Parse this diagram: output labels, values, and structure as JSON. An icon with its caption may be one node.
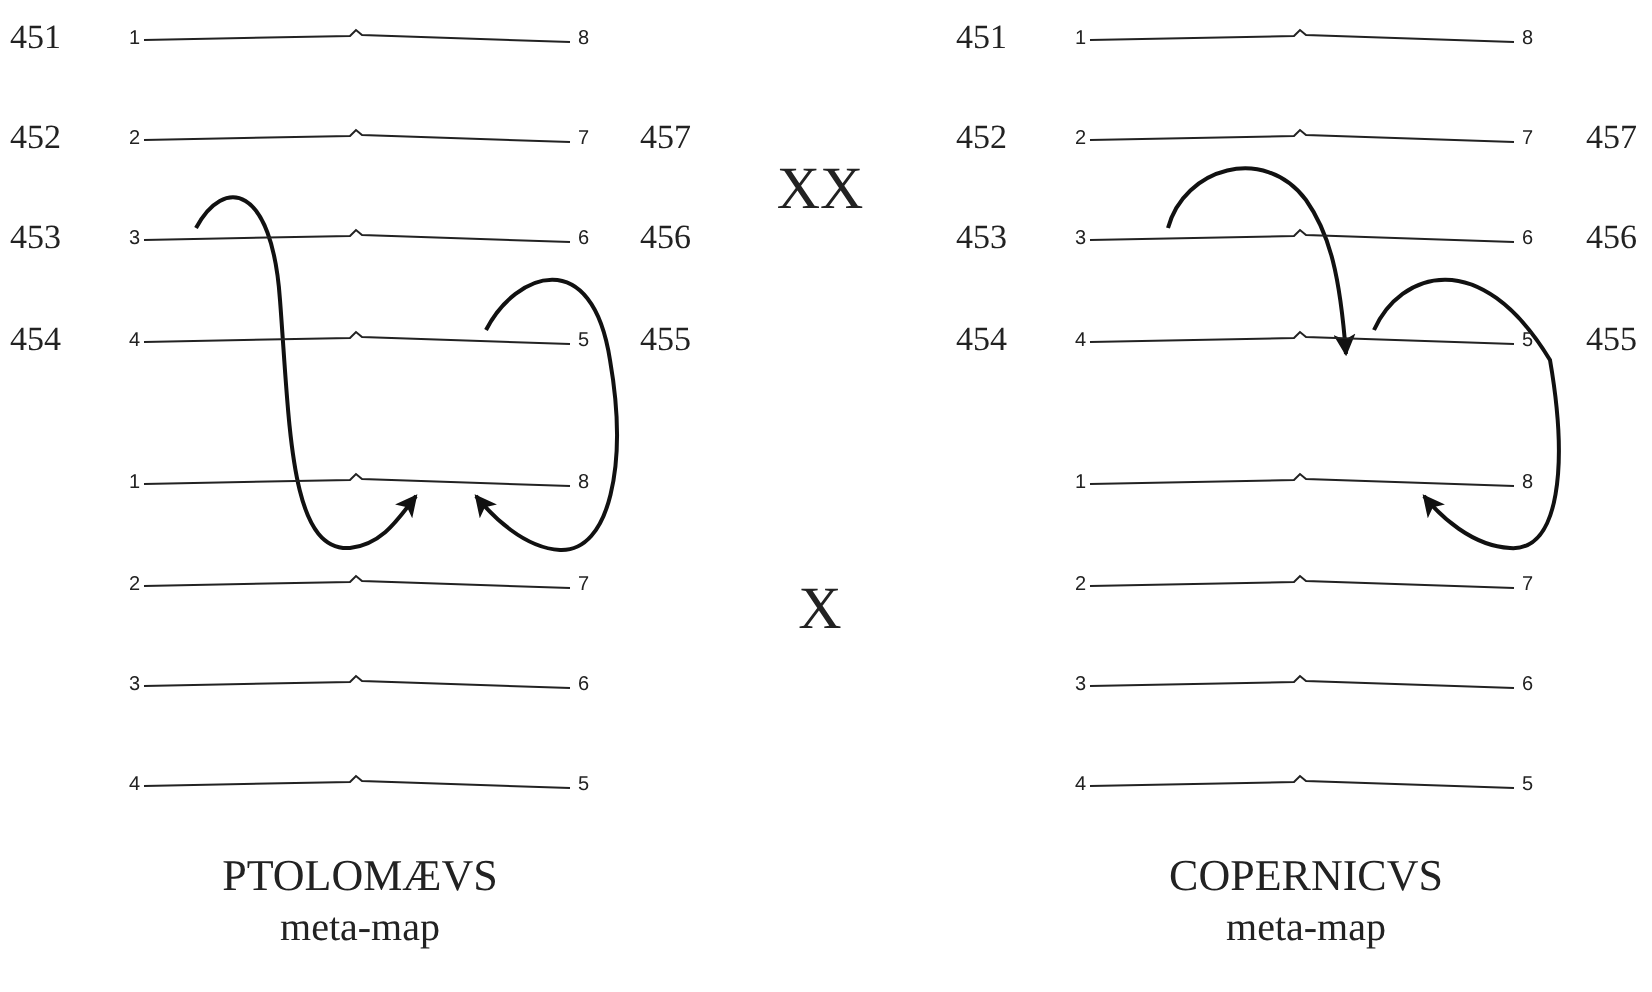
{
  "diagram": {
    "nodes": [
      {
        "text": [
          "1",
          "8"
        ],
        "beside": [
          "451"
        ]
      },
      {
        "text": [
          "2",
          "7"
        ],
        "beside": [
          "452",
          "457"
        ]
      },
      {
        "text": [
          "3",
          "6"
        ],
        "beside": [
          "453",
          "456"
        ]
      },
      {
        "text": [
          "4",
          "5"
        ],
        "beside": [
          "454",
          "455"
        ]
      },
      {
        "text": [
          "1",
          "8"
        ]
      },
      {
        "text": [
          "2",
          "7"
        ]
      },
      {
        "text": [
          "3",
          "6"
        ]
      },
      {
        "text": [
          "4",
          "5"
        ]
      },
      {
        "text": [
          "1",
          "8"
        ],
        "beside": [
          "451"
        ]
      },
      {
        "text": [
          "2",
          "7"
        ],
        "beside": [
          "452",
          "457"
        ]
      },
      {
        "text": [
          "3",
          "6"
        ],
        "beside": [
          "453",
          "456"
        ]
      },
      {
        "text": [
          "4",
          "5"
        ],
        "beside": [
          "454",
          "455"
        ]
      },
      {
        "text": [
          "1",
          "8"
        ]
      },
      {
        "text": [
          "2",
          "7"
        ]
      },
      {
        "text": [
          "3",
          "6"
        ]
      },
      {
        "text": [
          "4",
          "5"
        ]
      }
    ],
    "edges": [
      {
        "from": 2,
        "to": 4,
        "arrow": "to"
      },
      {
        "from": 3,
        "to": 4,
        "arrow": "to"
      },
      {
        "from": 10,
        "to": 11,
        "arrow": "to"
      },
      {
        "from": 11,
        "to": 12,
        "arrow": "to"
      }
    ],
    "labels": [
      "XX",
      "X",
      "PTOLOMÆVS",
      "meta-map",
      "COPERNICVS",
      "meta-map"
    ]
  }
}
